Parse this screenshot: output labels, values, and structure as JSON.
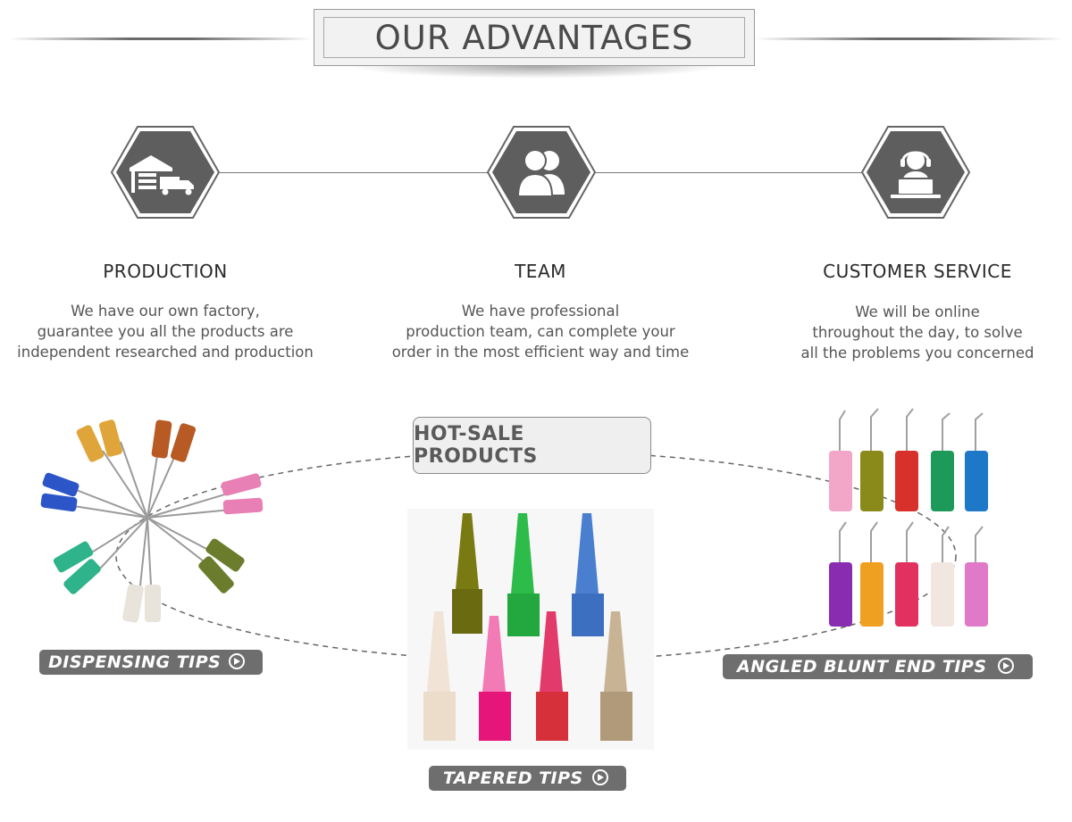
{
  "header": {
    "title": "OUR ADVANTAGES"
  },
  "features": [
    {
      "icon": "warehouse-truck-icon",
      "title": "PRODUCTION",
      "lines": [
        "We have our own factory,",
        "guarantee you all the products are",
        "independent researched and production"
      ]
    },
    {
      "icon": "team-icon",
      "title": "TEAM",
      "lines": [
        "We have professional",
        "production team, can complete your",
        "order in the most efficient way and time"
      ]
    },
    {
      "icon": "customer-service-icon",
      "title": "CUSTOMER SERVICE",
      "lines": [
        "We will be online",
        "throughout the day, to solve",
        "all the problems you concerned"
      ]
    }
  ],
  "hot_sale": {
    "label": "HOT-SALE PRODUCTS"
  },
  "products": [
    {
      "label": "DISPENSING TIPS"
    },
    {
      "label": "TAPERED TIPS"
    },
    {
      "label": "ANGLED BLUNT END TIPS"
    }
  ],
  "colors": {
    "hex_fill": "#5e5e5e",
    "pill_bg": "#6e6e6e",
    "tip_colors": [
      "#2c55c8",
      "#e0a53a",
      "#b85a23",
      "#e87fb5",
      "#6b7d2c",
      "#2fb38a",
      "#e8e4dc",
      "#7a7a12",
      "#2dbb4a",
      "#4a7fd0",
      "#e6157a",
      "#d6303a",
      "#b09a7a",
      "#8a2cb0",
      "#f0a020",
      "#e23060",
      "#f2e6e0",
      "#e07ac8",
      "#d8302a",
      "#1d9a5a",
      "#1e78c8",
      "#f2a6c8"
    ]
  }
}
